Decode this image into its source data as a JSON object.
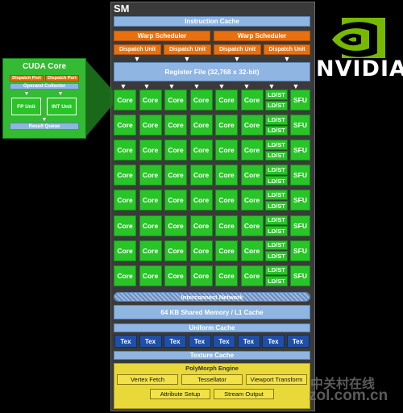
{
  "sm": {
    "title": "SM",
    "instruction_cache": "Instruction Cache",
    "warp_schedulers": [
      "Warp Scheduler",
      "Warp Scheduler"
    ],
    "dispatch_units": [
      "Dispatch Unit",
      "Dispatch Unit",
      "Dispatch Unit",
      "Dispatch Unit"
    ],
    "register_file": "Register File (32,768 x 32-bit)",
    "core_label": "Core",
    "ldst_label": "LD/ST",
    "sfu_label": "SFU",
    "interconnect": "Interconnect Network",
    "shared_memory": "64 KB Shared Memory / L1 Cache",
    "uniform_cache": "Uniform Cache",
    "tex_label": "Tex",
    "texture_cache": "Texture Cache",
    "polymorph": {
      "title": "PolyMorph Engine",
      "vertex_fetch": "Vertex Fetch",
      "tessellator": "Tessellator",
      "viewport_transform": "Viewport Transform",
      "attribute_setup": "Attribute Setup",
      "stream_output": "Stream Output"
    }
  },
  "cuda_core": {
    "title": "CUDA Core",
    "dispatch_ports": [
      "Dispatch Port",
      "Dispatch Port"
    ],
    "operand_collector": "Operand Collector",
    "fp_unit": "FP Unit",
    "int_unit": "INT Unit",
    "result_queue": "Result Queue"
  },
  "logo": {
    "brand": "NVIDIA",
    "color": "#76b900"
  },
  "watermark": {
    "cn": "中关村在线",
    "url": "zol.com.cn"
  }
}
